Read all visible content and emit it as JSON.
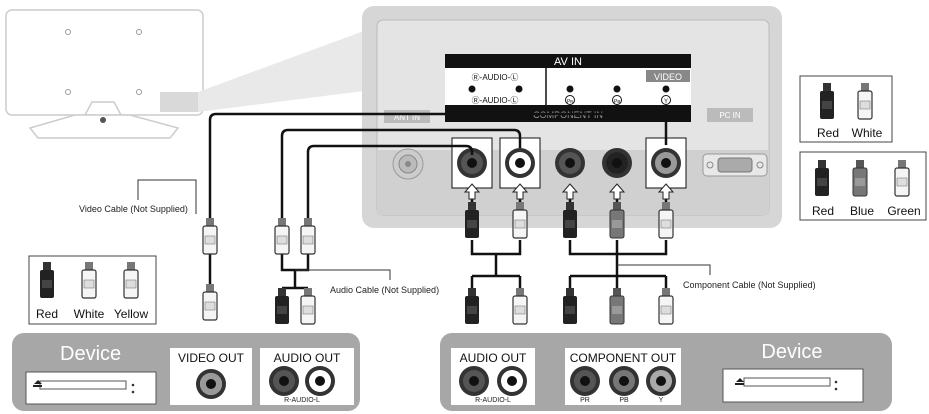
{
  "tv_panel": {
    "av_in_title": "AV IN",
    "audio_lr_top": "Ⓡ-AUDIO-Ⓛ",
    "audio_lr_bottom": "Ⓡ-AUDIO-Ⓛ",
    "video_label": "VIDEO",
    "pr_symbol": "Pʀ",
    "pb_symbol": "Pʙ",
    "y_symbol": "Y",
    "component_in": "COMPONENT IN",
    "ant_in": "ANT IN",
    "pc_in": "PC IN"
  },
  "cable_labels": {
    "video": "Video Cable (Not Supplied)",
    "audio": "Audio Cable (Not Supplied)",
    "component": "Component Cable (Not Supplied)"
  },
  "legends": {
    "audio": [
      "Red",
      "White"
    ],
    "component": [
      "Red",
      "Blue",
      "Green"
    ],
    "av": [
      "Red",
      "White",
      "Yellow"
    ]
  },
  "left_device": {
    "name": "Device",
    "video_out": "VIDEO OUT",
    "audio_out": "AUDIO OUT",
    "audio_sub": "R-AUDIO-L"
  },
  "right_device": {
    "name": "Device",
    "audio_out": "AUDIO OUT",
    "audio_sub": "R-AUDIO-L",
    "component_out": "COMPONENT OUT",
    "pr": "PR",
    "pb": "PB",
    "y": "Y"
  },
  "colors": {
    "panel_grey": "#d9d9d9",
    "panel_dark": "#b5b5b5",
    "device_bar": "#a7a7a7",
    "black_band": "#111111"
  }
}
